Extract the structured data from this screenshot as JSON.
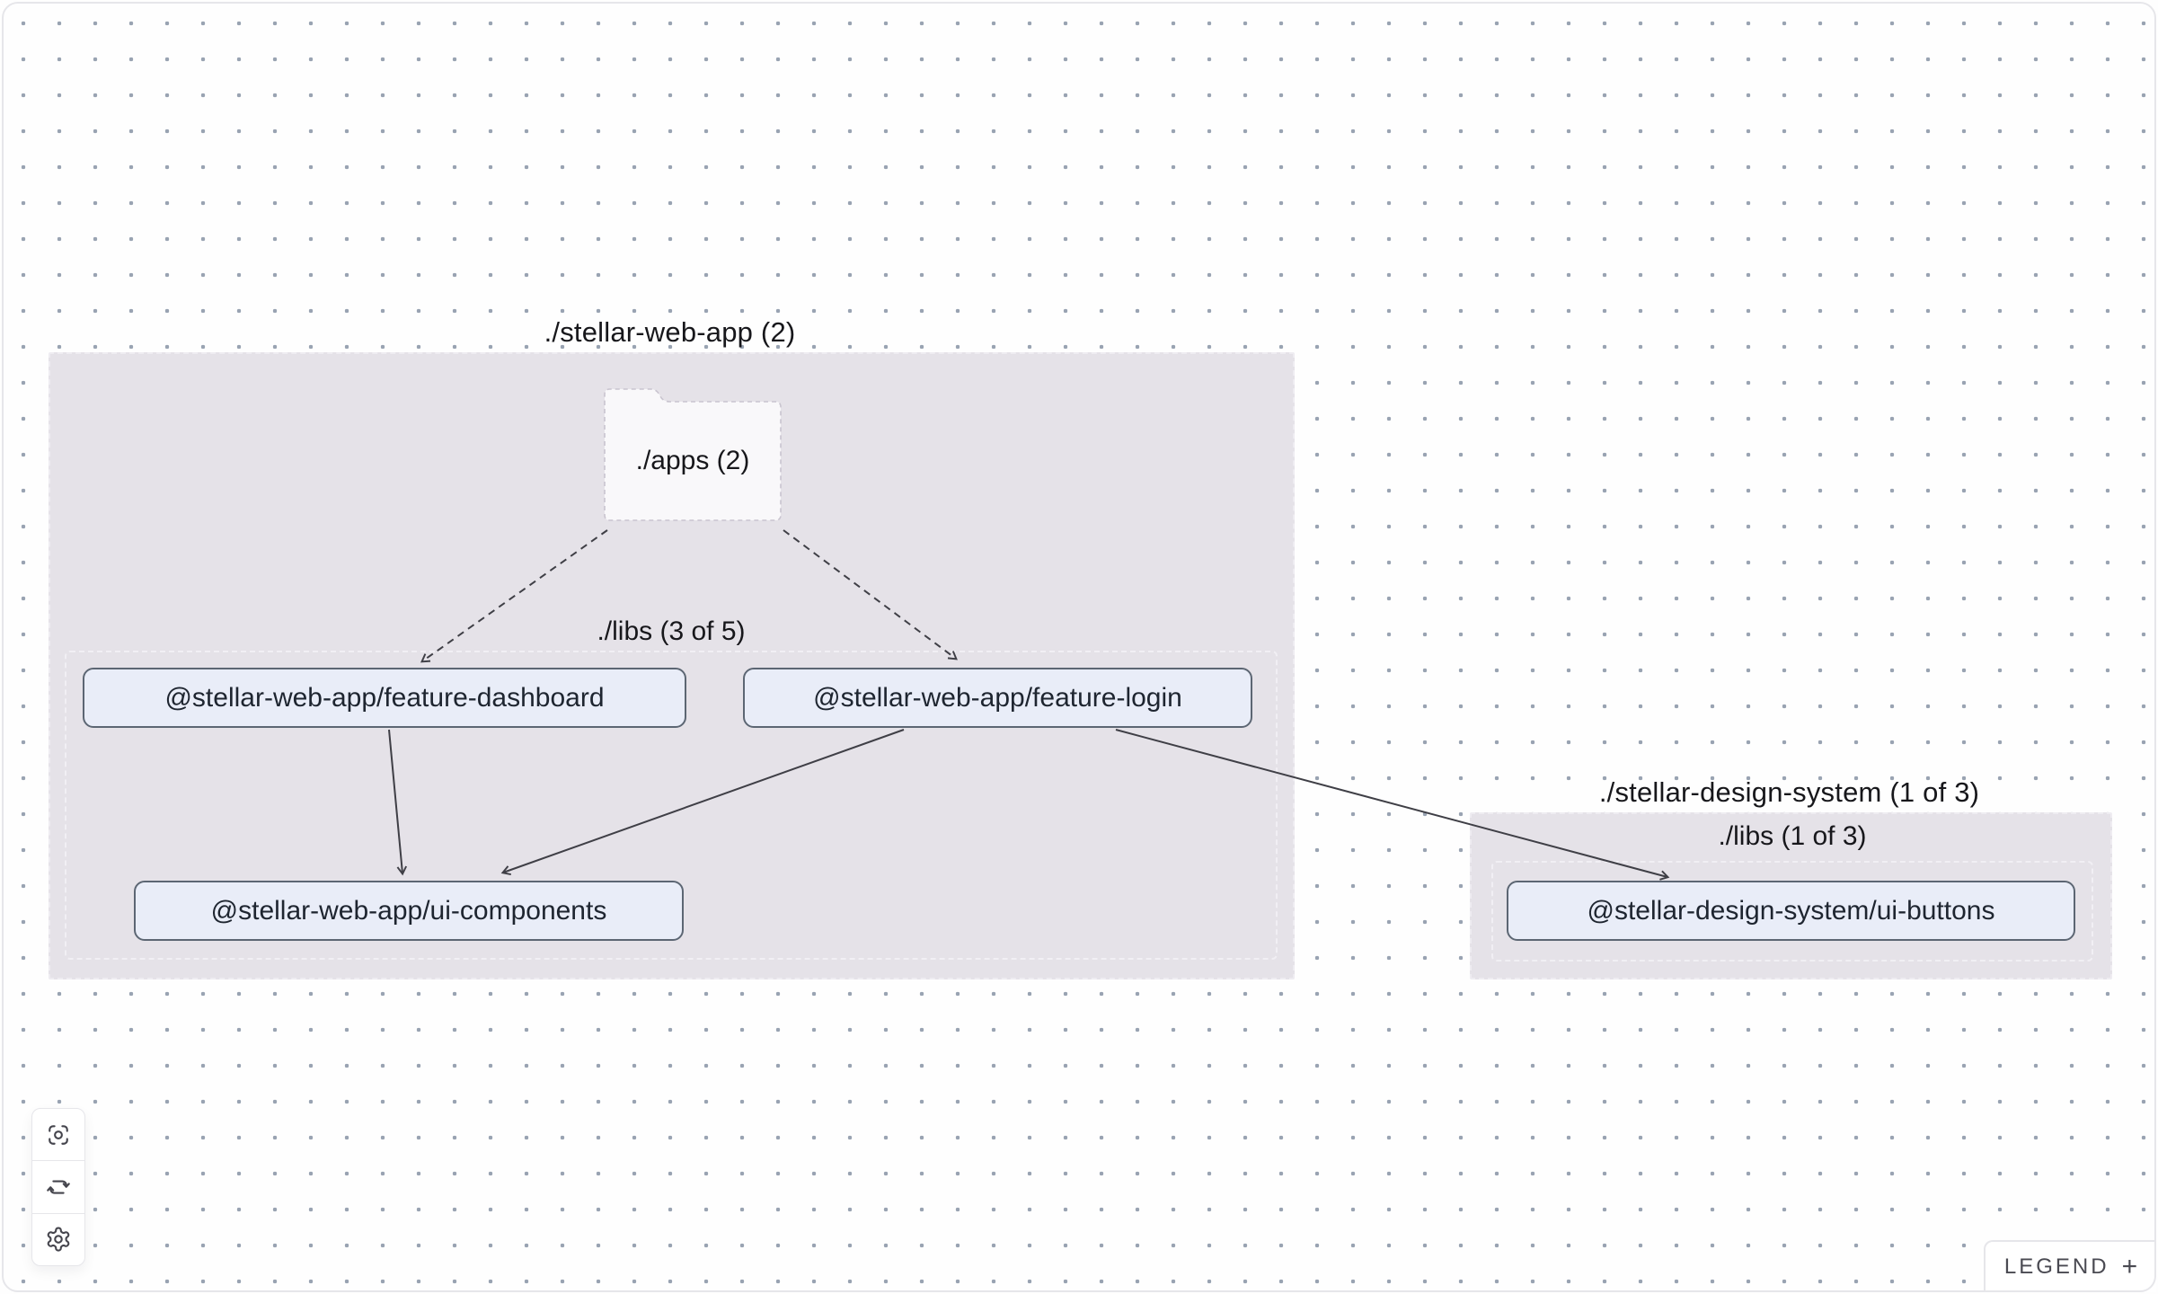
{
  "diagram": {
    "groups": [
      {
        "id": "stellar-web-app",
        "title": "./stellar-web-app (2)",
        "apps_folder_label": "./apps (2)",
        "libs_label": "./libs (3 of 5)",
        "nodes": [
          {
            "label": "@stellar-web-app/feature-dashboard"
          },
          {
            "label": "@stellar-web-app/feature-login"
          },
          {
            "label": "@stellar-web-app/ui-components"
          }
        ]
      },
      {
        "id": "stellar-design-system",
        "title": "./stellar-design-system (1 of 3)",
        "libs_label": "./libs (1 of 3)",
        "nodes": [
          {
            "label": "@stellar-design-system/ui-buttons"
          }
        ]
      }
    ],
    "edges": [
      {
        "from": "./apps",
        "to": "@stellar-web-app/feature-dashboard",
        "style": "dashed"
      },
      {
        "from": "./apps",
        "to": "@stellar-web-app/feature-login",
        "style": "dashed"
      },
      {
        "from": "@stellar-web-app/feature-dashboard",
        "to": "@stellar-web-app/ui-components",
        "style": "solid"
      },
      {
        "from": "@stellar-web-app/feature-login",
        "to": "@stellar-web-app/ui-components",
        "style": "solid"
      },
      {
        "from": "@stellar-web-app/feature-login",
        "to": "@stellar-design-system/ui-buttons",
        "style": "solid"
      }
    ],
    "colors": {
      "canvas_bg": "#fefefe",
      "dot_grid": "#99a3b2",
      "group_fill": "#e5e2e8",
      "node_fill": "#e9edf8",
      "node_border": "#5c6673",
      "edge": "#3f3f46"
    }
  },
  "toolbar": {
    "buttons": [
      {
        "icon": "focus-icon"
      },
      {
        "icon": "refresh-icon"
      },
      {
        "icon": "settings-icon"
      }
    ]
  },
  "legend": {
    "label": "LEGEND",
    "plus": "+"
  }
}
